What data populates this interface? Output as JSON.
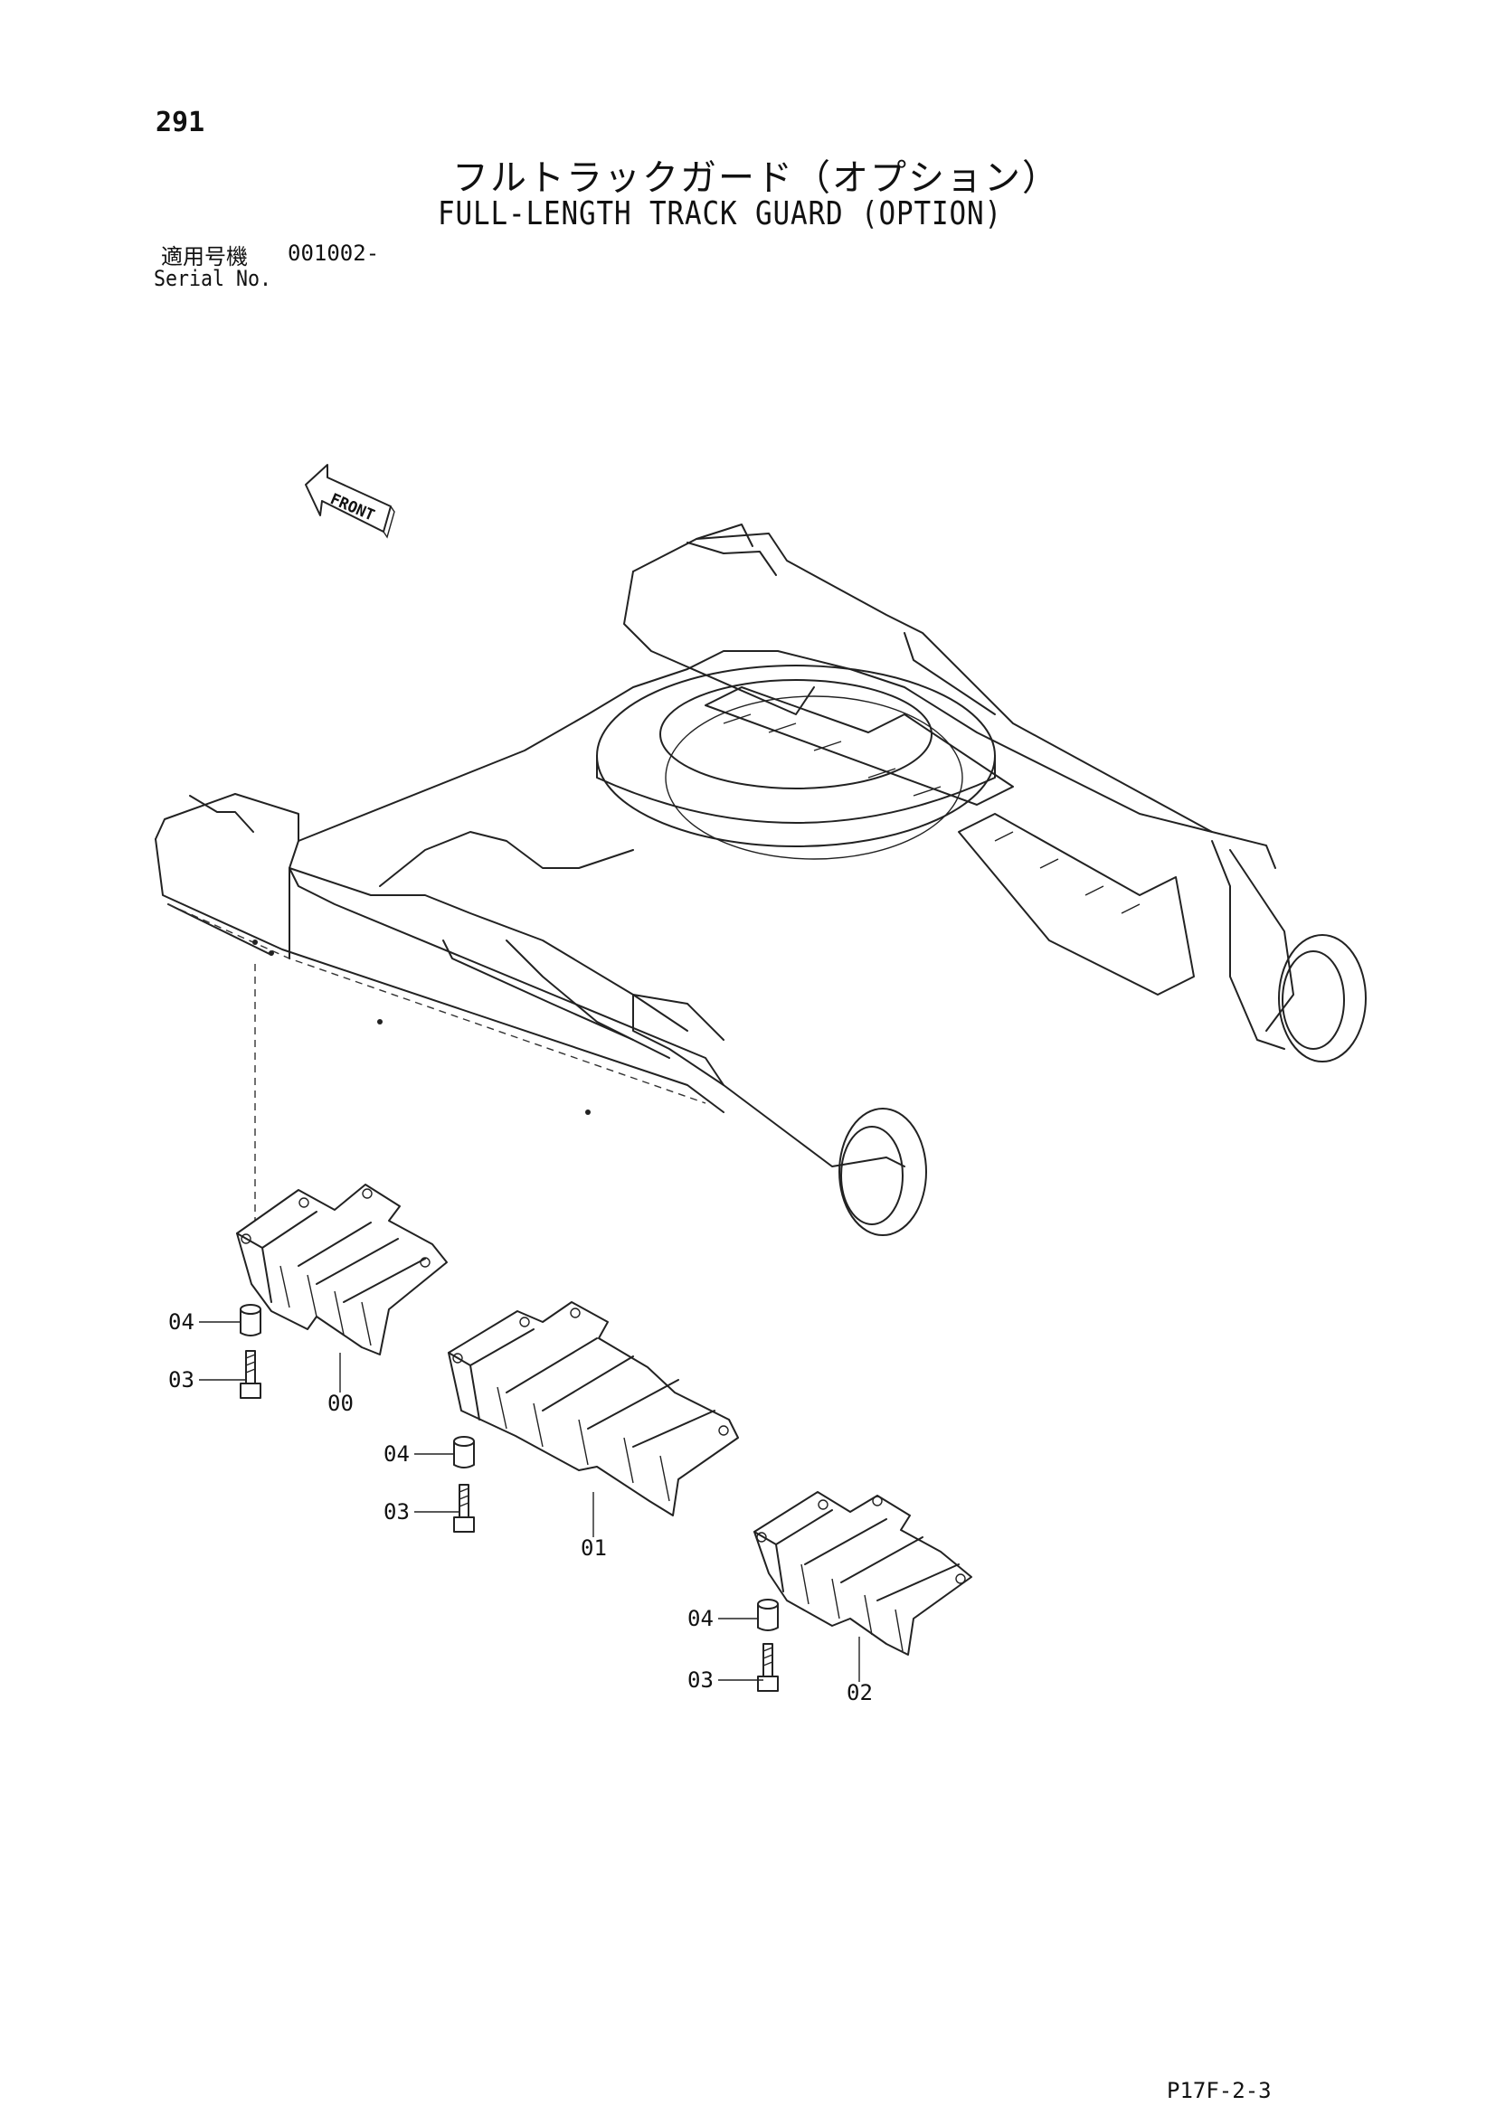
{
  "page": {
    "number": "291",
    "title_jp": "フルトラックガード（オプション）",
    "title_en": "FULL-LENGTH TRACK GUARD (OPTION)",
    "serial_label_jp": "適用号機",
    "serial_value": "001002-",
    "serial_label_en": "Serial No.",
    "page_code": "P17F-2-3"
  },
  "diagram": {
    "front_label": "FRONT",
    "callouts": [
      {
        "id": "c-04-a",
        "text": "04"
      },
      {
        "id": "c-03-a",
        "text": "03"
      },
      {
        "id": "c-00",
        "text": "00"
      },
      {
        "id": "c-04-b",
        "text": "04"
      },
      {
        "id": "c-03-b",
        "text": "03"
      },
      {
        "id": "c-01",
        "text": "01"
      },
      {
        "id": "c-04-c",
        "text": "04"
      },
      {
        "id": "c-03-c",
        "text": "03"
      },
      {
        "id": "c-02",
        "text": "02"
      }
    ]
  }
}
